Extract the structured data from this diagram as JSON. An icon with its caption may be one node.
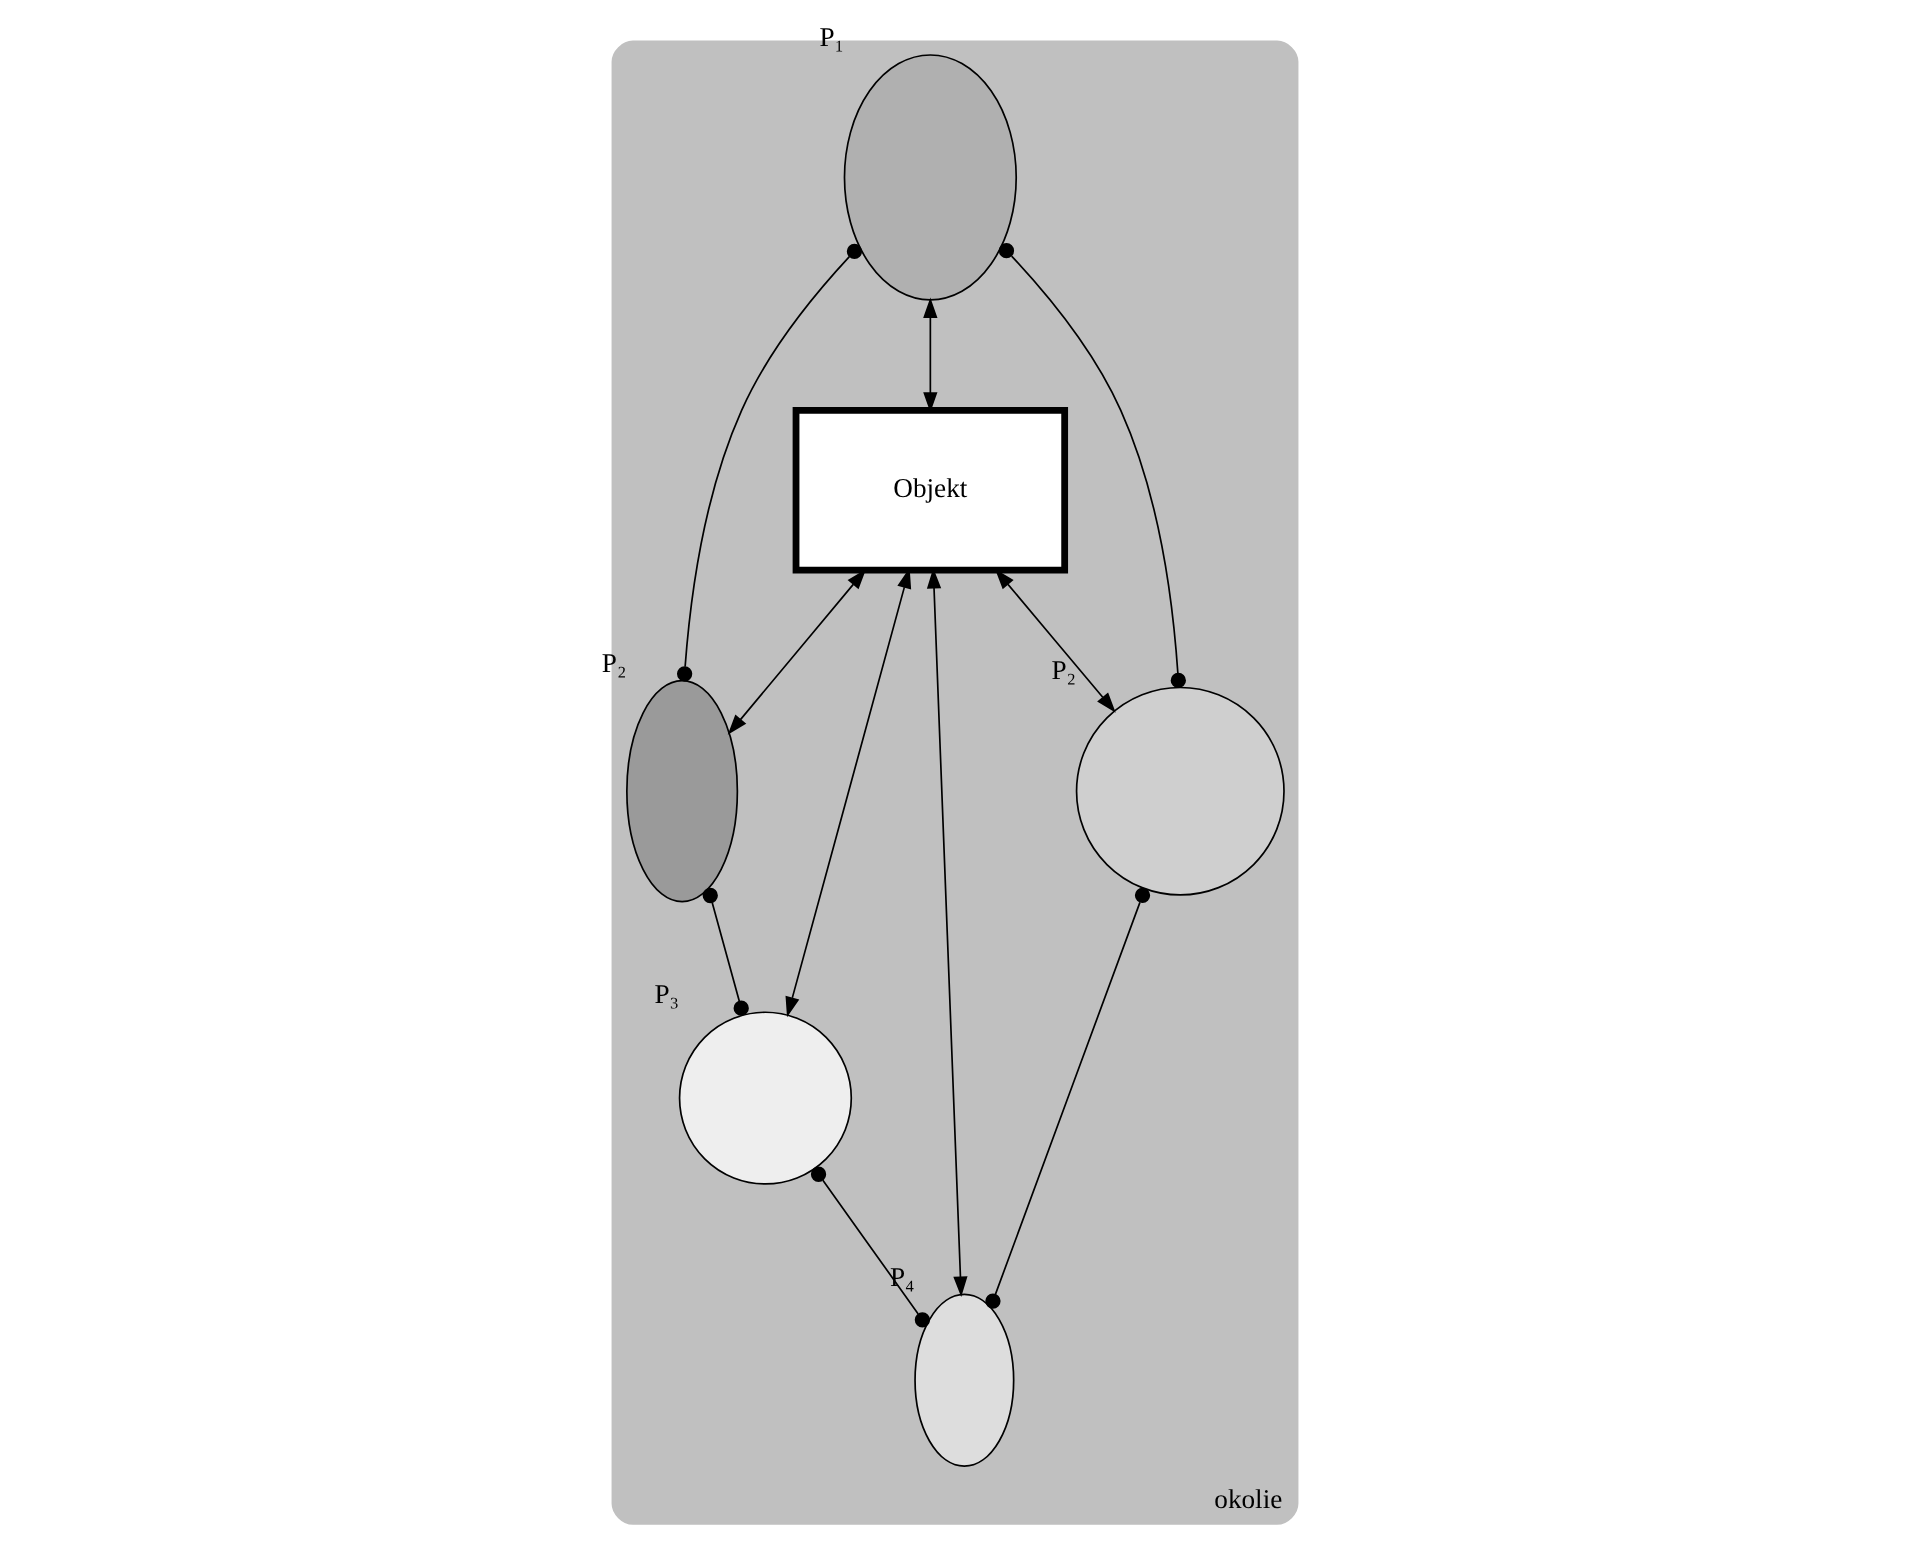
{
  "diagram": {
    "nodes": [
      {
        "text": [
          "okolie"
        ]
      },
      {
        "text": [],
        "shape": "ellipse",
        "beside": [
          "P₂"
        ],
        "in": 0
      },
      {
        "text": [],
        "shape": "circle",
        "beside": [
          "P₃"
        ],
        "in": 0
      },
      {
        "text": [],
        "shape": "ellipse",
        "beside": [
          "P₁"
        ],
        "in": 0
      },
      {
        "text": [
          "Objekt"
        ],
        "in": 0
      },
      {
        "text": [],
        "shape": "ellipse",
        "beside": [
          "P₄"
        ],
        "in": 0
      },
      {
        "text": [],
        "shape": "circle",
        "beside": [
          "P₂"
        ],
        "in": 0
      }
    ],
    "edges": [
      {
        "from": 3,
        "to": 1,
        "arrow": "other"
      },
      {
        "from": 1,
        "to": 2,
        "arrow": "other"
      },
      {
        "from": 2,
        "to": 5,
        "arrow": "other"
      },
      {
        "from": 6,
        "to": 5,
        "arrow": "other"
      },
      {
        "from": 3,
        "to": 6,
        "arrow": "other"
      },
      {
        "from": 4,
        "to": 1,
        "arrow": "both"
      },
      {
        "from": 4,
        "to": 2,
        "arrow": "both"
      },
      {
        "from": 3,
        "to": 4,
        "arrow": "both"
      },
      {
        "from": 4,
        "to": 5,
        "arrow": "both"
      },
      {
        "from": 4,
        "to": 6,
        "arrow": "both"
      }
    ]
  }
}
